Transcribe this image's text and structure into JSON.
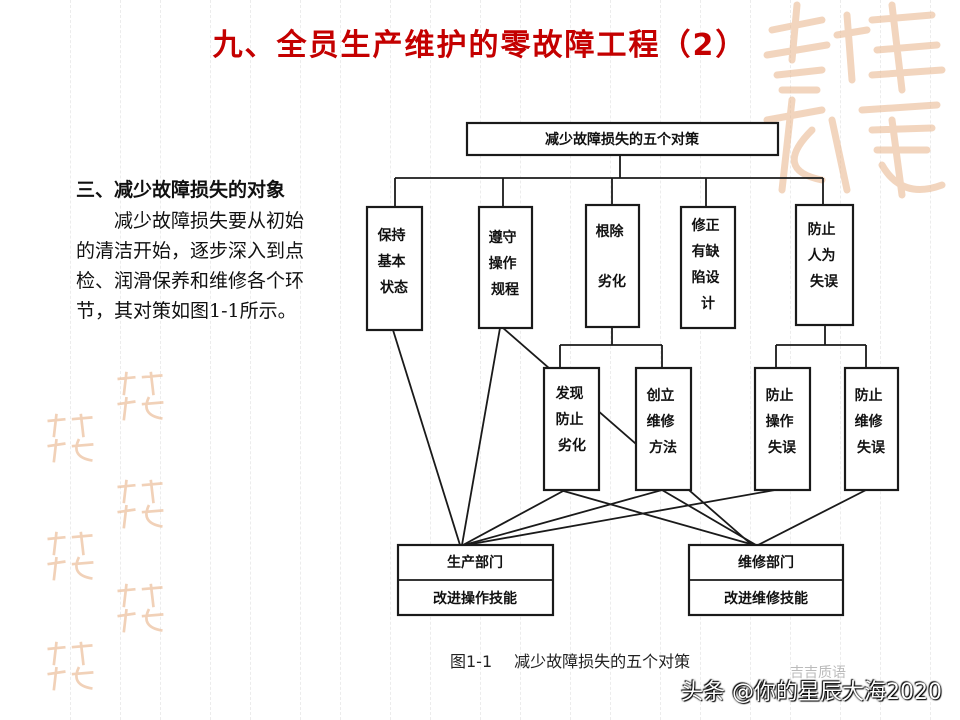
{
  "title": "九、全员生产维护的零故障工程（2）",
  "left": {
    "heading": "三、减少故障损失的对象",
    "body": "减少故障损失要从初始的清洁开始，逐步深入到点检、润滑保养和维修各个环节，其对策如图1-1所示。"
  },
  "diagram": {
    "top": "减少故障损失的五个对策",
    "level1": [
      [
        "保持",
        "基本",
        "状态"
      ],
      [
        "遵守",
        "操作",
        "规程"
      ],
      [
        "根除",
        "劣化"
      ],
      [
        "修正",
        "有缺",
        "陷设",
        "计"
      ],
      [
        "防止",
        "人为",
        "失误"
      ]
    ],
    "level2": [
      [
        "发现",
        "防止",
        "劣化"
      ],
      [
        "创立",
        "维修",
        "方法"
      ],
      [
        "防止",
        "操作",
        "失误"
      ],
      [
        "防止",
        "维修",
        "失误"
      ]
    ],
    "bottom": [
      {
        "top": "生产部门",
        "bottom": "改进操作技能"
      },
      {
        "top": "维修部门",
        "bottom": "改进维修技能"
      }
    ]
  },
  "caption": {
    "number": "图1-1",
    "text": "减少故障损失的五个对策"
  },
  "watermark": {
    "corner": "吉吉质语",
    "bottom": "头条 @你的星辰大海2020"
  },
  "colors": {
    "title": "#c40000",
    "seal": "#e8b48a"
  }
}
